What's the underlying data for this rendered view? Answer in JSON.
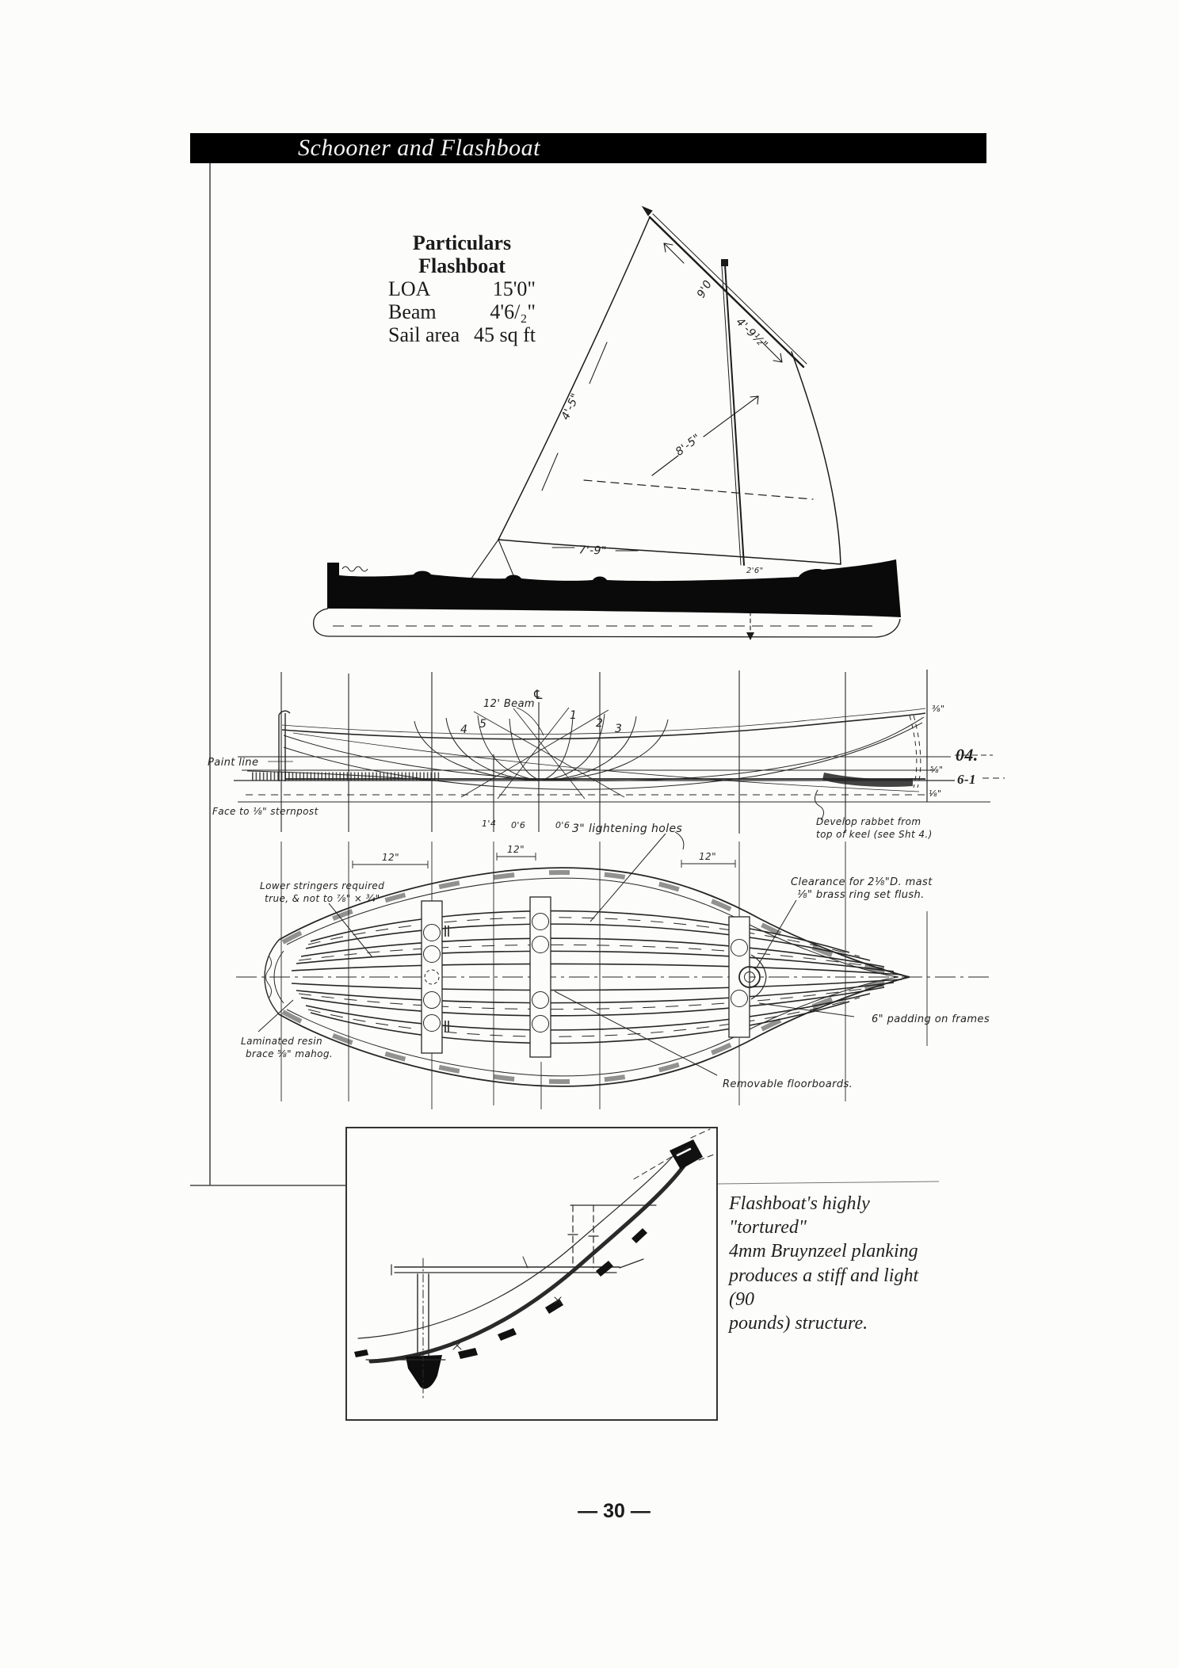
{
  "header": {
    "title": "Schooner and Flashboat"
  },
  "particulars": {
    "title": "Particulars",
    "subtitle": "Flashboat",
    "rows": [
      {
        "label": "LOA",
        "value": "15'0\""
      },
      {
        "label": "Beam",
        "value": "4'6/₂\""
      },
      {
        "label": "Sail area",
        "value": "45 sq ft"
      }
    ]
  },
  "sail_plan": {
    "dims": {
      "luff": "4'-5\"",
      "yard": "4'-9½\"",
      "mast": "9'0",
      "girth": "8'-5\"",
      "foot": "7'-9\"",
      "step": "2'6\""
    }
  },
  "lines_plan": {
    "labels": {
      "paint_line": "Paint line",
      "stern_note": "Face to ⅛\" sternpost",
      "beam": "12' Beam",
      "centerline": "℄",
      "s4": "4",
      "s5": "5",
      "s1": "1",
      "s2": "2",
      "s3": "3",
      "m1": "1'4",
      "m2": "0'6",
      "m3": "0'6",
      "holes": "3\" lightening holes",
      "develop_1": "Develop rabbet from",
      "develop_2": "top of keel (see Sht 4.)",
      "r38": "⅜\"",
      "r58": "⅝\"",
      "r18": "⅛\"",
      "print_04": "04.",
      "print_61": "6-1"
    }
  },
  "plan_view": {
    "labels": {
      "stringer_1": "Lower stringers required",
      "stringer_2": "true, & not to ⅞\" × ¾\"",
      "brace_1": "Laminated resin",
      "brace_2": "brace ⅝\" mahog.",
      "clearance_1": "Clearance for 2⅛\"D. mast",
      "clearance_2": "⅛\" brass ring set flush.",
      "padding": "6\" padding on frames",
      "floorboards": "Removable floorboards.",
      "dim_a": "12\"",
      "dim_b": "12\"",
      "dim_c": "12\""
    }
  },
  "detail": {
    "caption": "Flashboat's highly \"tortured\"\n4mm Bruynzeel planking\nproduces a stiff and light (90\npounds) structure."
  },
  "footer": {
    "page_number": "— 30 —"
  },
  "colors": {
    "ink": "#1b1b1b",
    "bar": "#000000",
    "paper": "#fcfcfb"
  }
}
